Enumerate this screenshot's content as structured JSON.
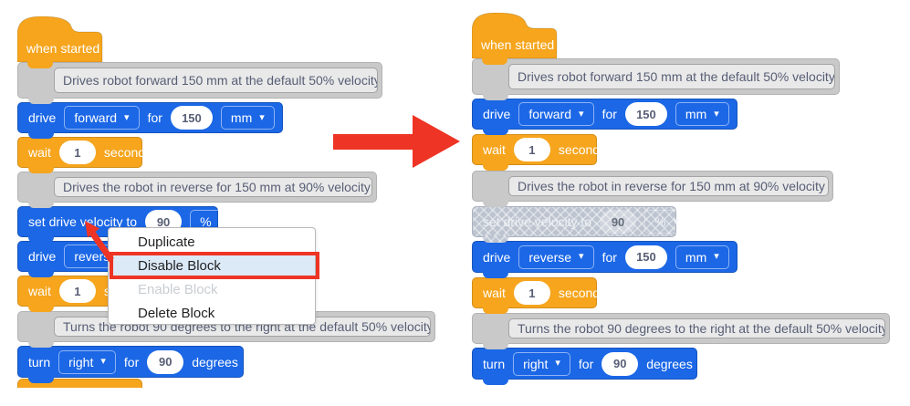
{
  "program": {
    "hat": {
      "label": "when started"
    },
    "comments": {
      "c1": "Drives robot forward 150 mm at the default 50% velocity",
      "c2": "Drives the robot in reverse for 150 mm at 90% velocity",
      "c3": "Turns the robot 90 degrees to the right at the default 50% velocity"
    },
    "drive_forward": {
      "verb": "drive",
      "direction": "forward",
      "for_label": "for",
      "distance": "150",
      "unit": "mm"
    },
    "wait1": {
      "verb": "wait",
      "value": "1",
      "unit": "seconds"
    },
    "set_velocity": {
      "label": "set drive velocity to",
      "value": "90",
      "unit": "%"
    },
    "drive_reverse": {
      "verb": "drive",
      "direction": "reverse",
      "for_label": "for",
      "distance": "150",
      "unit": "mm"
    },
    "wait2": {
      "verb": "wait",
      "value": "1",
      "unit": "seconds"
    },
    "turn": {
      "verb": "turn",
      "direction": "right",
      "for_label": "for",
      "angle": "90",
      "unit": "degrees"
    }
  },
  "context_menu": {
    "items": [
      {
        "label": "Duplicate",
        "state": "normal"
      },
      {
        "label": "Disable Block",
        "state": "highlighted"
      },
      {
        "label": "Enable Block",
        "state": "disabled"
      },
      {
        "label": "Delete Block",
        "state": "normal"
      }
    ]
  },
  "icons": {
    "caret_down": "▾",
    "play": "▶"
  },
  "colors": {
    "block_blue": "#1b67e6",
    "block_orange": "#f6a51d",
    "comment_gray": "#c9c9c9",
    "comment_border": "#b2b2b2",
    "comment_inner": "#e9e9e9",
    "comment_inner_border": "#a3a3a3",
    "comment_text": "#575e75",
    "disabled_fill": "#bdc4d0",
    "disabled_border": "#aab2bf",
    "disabled_text": "#eef1f5",
    "oval_text": "#575e75",
    "menu_bg": "#ffffff",
    "menu_border": "#b8b8b8",
    "menu_text": "#222222",
    "menu_disabled_text": "#c9cdd2",
    "menu_highlight": "#dce9f7",
    "annotation_red": "#ee3424"
  }
}
